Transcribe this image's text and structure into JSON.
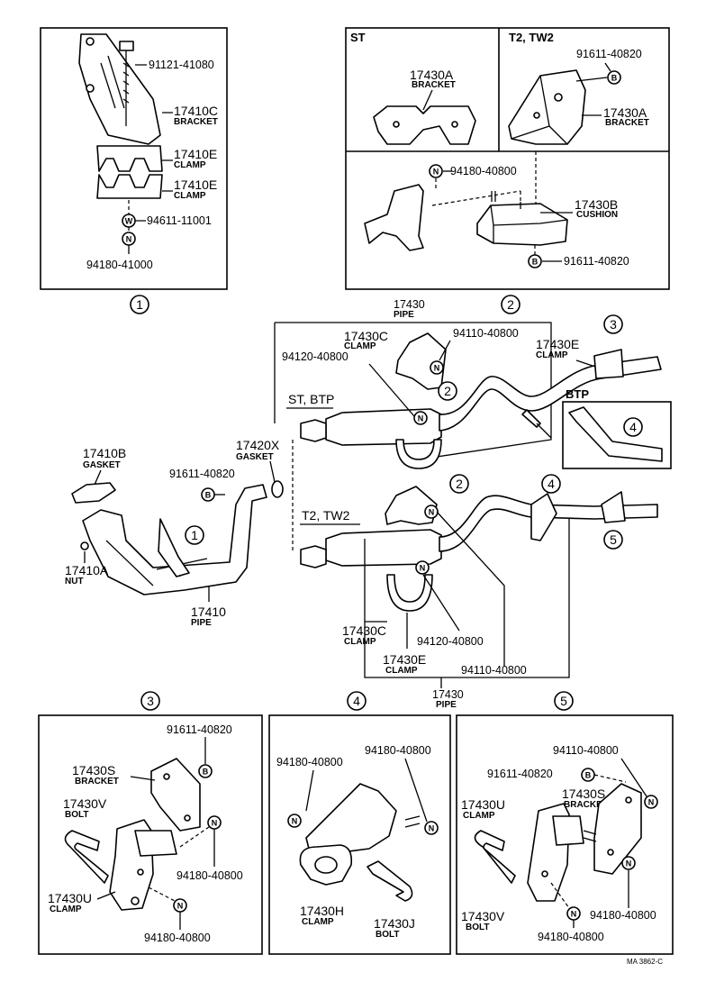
{
  "panel1": {
    "parts": {
      "p1": "91121-41080",
      "p2": "17410C",
      "p2_label": "BRACKET",
      "p3": "17410E",
      "p3_label": "CLAMP",
      "p4": "17410E",
      "p4_label": "CLAMP",
      "p5": "94611-11001",
      "p6": "94180-41000"
    },
    "marker": "1"
  },
  "panel2": {
    "header_left": "ST",
    "header_right": "T2, TW2",
    "parts": {
      "a": "17430A",
      "a_label": "BRACKET",
      "b": "91611-40820",
      "c": "17430A",
      "c_label": "BRACKET",
      "d": "94180-40800",
      "e": "17430B",
      "e_label": "CUSHION",
      "f": "91611-40820"
    },
    "marker": "2"
  },
  "main": {
    "pipe_top": "17430",
    "pipe_top_label": "PIPE",
    "c_top": "17430C",
    "c_top_label": "CLAMP",
    "n_top1": "94110-40800",
    "n_top2": "94120-40800",
    "e_top": "17430E",
    "e_top_label": "CLAMP",
    "st_btp": "ST, BTP",
    "btp": "BTP",
    "gasket_b": "17410B",
    "gasket_b_label": "GASKET",
    "gasket_x": "17420X",
    "gasket_x_label": "GASKET",
    "b_main": "91611-40820",
    "nut": "17410A",
    "nut_label": "NUT",
    "pipe_front": "17410",
    "pipe_front_label": "PIPE",
    "t2": "T2, TW2",
    "c_bot": "17430C",
    "c_bot_label": "CLAMP",
    "n_bot1": "94120-40800",
    "e_bot": "17430E",
    "e_bot_label": "CLAMP",
    "n_bot2": "94110-40800",
    "pipe_bot": "17430",
    "pipe_bot_label": "PIPE",
    "m1": "1",
    "m2a": "2",
    "m2b": "2",
    "m2c": "2",
    "m3": "3",
    "m4a": "4",
    "m4b": "4",
    "m5": "5"
  },
  "panel3": {
    "marker": "3",
    "parts": {
      "a": "91611-40820",
      "b": "17430S",
      "b_label": "BRACKET",
      "c": "17430V",
      "c_label": "BOLT",
      "d": "94180-40800",
      "e": "17430U",
      "e_label": "CLAMP",
      "f": "94180-40800"
    }
  },
  "panel4": {
    "marker": "4",
    "parts": {
      "a": "94180-40800",
      "b": "94180-40800",
      "c": "17430H",
      "c_label": "CLAMP",
      "d": "17430J",
      "d_label": "BOLT"
    }
  },
  "panel5": {
    "marker": "5",
    "parts": {
      "a": "94110-40800",
      "b": "91611-40820",
      "c": "17430U",
      "c_label": "CLAMP",
      "d": "17430S",
      "d_label": "BRACKET",
      "e": "17430V",
      "e_label": "BOLT",
      "f": "94180-40800",
      "g": "94180-40800"
    }
  },
  "symbols": {
    "nut": "N",
    "bolt": "B",
    "washer": "W"
  },
  "footer_code": "MA 3862-C"
}
